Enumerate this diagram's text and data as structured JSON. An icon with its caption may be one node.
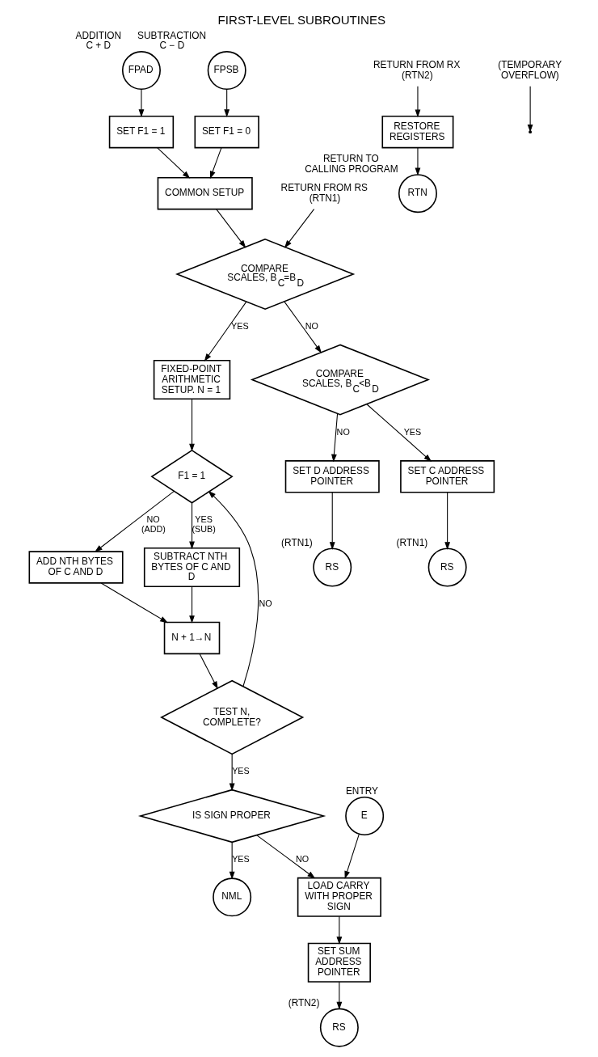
{
  "diagram": {
    "title": "FIRST-LEVEL SUBROUTINES",
    "nodes": [
      {
        "text": [
          "FPAD"
        ],
        "beside": [
          "ADDITION",
          "C + D"
        ]
      },
      {
        "text": [
          "FPSB"
        ],
        "beside": [
          "SUBTRACTION",
          "C − D"
        ]
      },
      {
        "text": [
          "SET F1 = 1"
        ]
      },
      {
        "text": [
          "SET F1 = 0"
        ]
      },
      {
        "text": [
          "COMMON SETUP"
        ]
      },
      {
        "text": [
          "RETURN FROM RS (RTN1)"
        ]
      },
      {
        "text": [
          "COMPARE SCALES, B$_{C}$=B$_{D}$"
        ]
      },
      {
        "text": [
          "FIXED-POINT ARITHMETIC SETUP. N = 1"
        ]
      },
      {
        "text": [
          "COMPARE SCALES, B$_{C}$<B$_{D}$"
        ]
      },
      {
        "text": [
          "F1 = 1"
        ]
      },
      {
        "text": [
          "ADD NTH BYTES OF C AND D"
        ]
      },
      {
        "text": [
          "SUBTRACT NTH BYTES OF C AND D"
        ]
      },
      {
        "text": [
          "SET D ADDRESS POINTER"
        ]
      },
      {
        "text": [
          "SET C ADDRESS POINTER"
        ]
      },
      {
        "text": [
          "RS"
        ],
        "beside": [
          "(RTN1)"
        ]
      },
      {
        "text": [
          "RS"
        ],
        "beside": [
          "(RTN1)"
        ]
      },
      {
        "text": [
          "N + 1→N"
        ]
      },
      {
        "text": [
          "TEST N, COMPLETE?"
        ]
      },
      {
        "text": [
          "RETURN FROM RX (RTN2)"
        ]
      },
      {
        "text": [
          "IS SIGN PROPER"
        ]
      },
      {
        "text": [
          "RESTORE REGISTERS"
        ]
      },
      {
        "text": [
          "NML"
        ]
      },
      {
        "text": [
          "E"
        ],
        "beside": [
          "ENTRY"
        ]
      },
      {
        "text": [
          "LOAD CARRY WITH PROPER SIGN"
        ]
      },
      {
        "text": [
          "RTN"
        ],
        "beside": [
          "RETURN TO CALLING PROGRAM"
        ]
      },
      {
        "text": [
          "(TEMPORARY OVERFLOW)"
        ]
      },
      {
        "text": [
          "SET SUM ADDRESS POINTER"
        ]
      },
      {
        "text": [
          "RS"
        ],
        "beside": [
          "(RTN2)"
        ]
      }
    ],
    "edges": [
      {
        "from": 0,
        "to": 2,
        "arrow": "to"
      },
      {
        "from": 1,
        "to": 3,
        "arrow": "to"
      },
      {
        "from": 2,
        "to": 4,
        "arrow": "to"
      },
      {
        "from": 3,
        "to": 4,
        "arrow": "to"
      },
      {
        "from": 4,
        "to": 6,
        "arrow": "to"
      },
      {
        "from": 5,
        "to": 6,
        "arrow": "to"
      },
      {
        "from": 6,
        "to": 7,
        "arrow": "to",
        "label": "YES"
      },
      {
        "from": 6,
        "to": 8,
        "arrow": "to",
        "label": "NO"
      },
      {
        "from": 7,
        "to": 9,
        "arrow": "to"
      },
      {
        "from": 9,
        "to": 10,
        "arrow": "to",
        "label": "NO (ADD)"
      },
      {
        "from": 9,
        "to": 11,
        "arrow": "to",
        "label": "YES (SUB)"
      },
      {
        "from": 8,
        "to": 12,
        "arrow": "to",
        "label": "NO"
      },
      {
        "from": 8,
        "to": 13,
        "arrow": "to",
        "label": "YES"
      },
      {
        "from": 10,
        "to": 16,
        "arrow": "to"
      },
      {
        "from": 11,
        "to": 16,
        "arrow": "to"
      },
      {
        "from": 12,
        "to": 14,
        "arrow": "to"
      },
      {
        "from": 13,
        "to": 15,
        "arrow": "to"
      },
      {
        "from": 16,
        "to": 17,
        "arrow": "to"
      },
      {
        "from": 17,
        "to": 9,
        "arrow": "to",
        "label": "NO"
      },
      {
        "from": 17,
        "to": 19,
        "arrow": "to",
        "label": "YES"
      },
      {
        "from": 18,
        "to": 20,
        "arrow": "to"
      },
      {
        "from": 19,
        "to": 21,
        "arrow": "to",
        "label": "YES"
      },
      {
        "from": 19,
        "to": 23,
        "arrow": "to",
        "label": "NO"
      },
      {
        "from": 22,
        "to": 23,
        "arrow": "to"
      },
      {
        "from": 20,
        "to": 24,
        "arrow": "to"
      },
      {
        "from": 25,
        "to": null,
        "arrow": "to"
      },
      {
        "from": 23,
        "to": 26,
        "arrow": "to"
      },
      {
        "from": 26,
        "to": 27,
        "arrow": "to"
      }
    ]
  }
}
